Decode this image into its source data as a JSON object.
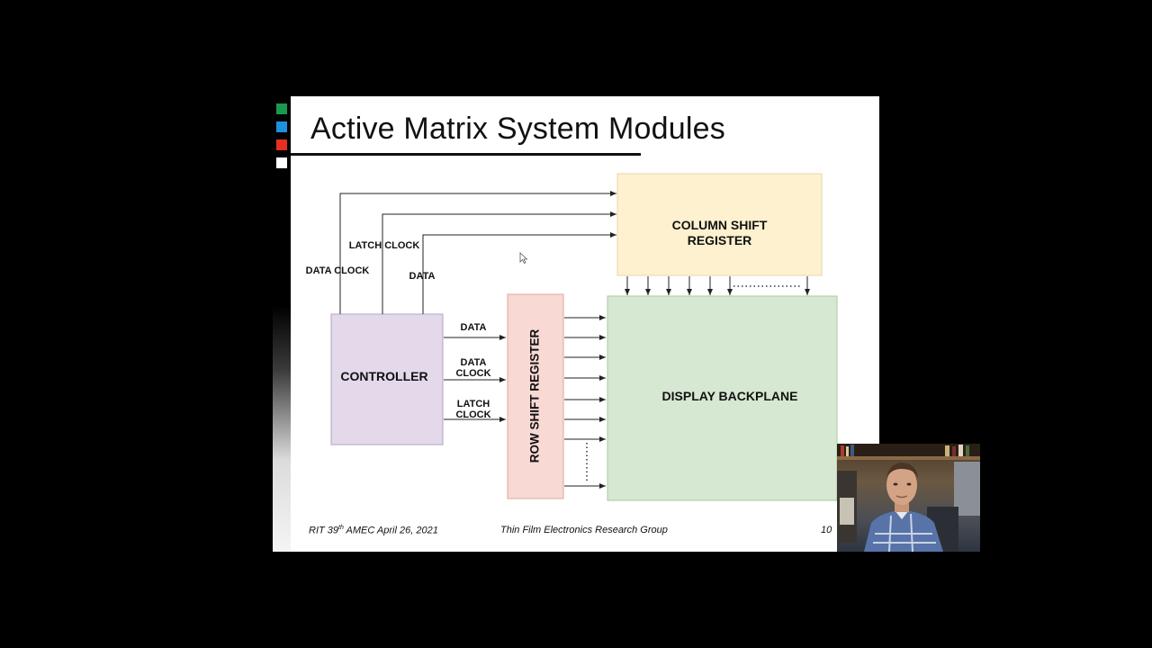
{
  "slide": {
    "title": "Active Matrix System Modules",
    "footer": {
      "left_prefix": "RIT 39",
      "left_sup": "th",
      "left_suffix": " AMEC April 26, 2021",
      "center": "Thin Film Electronics Research Group",
      "page_number": "10"
    },
    "accent_squares": [
      "#1a9850",
      "#1f8fe0",
      "#e5301f",
      "#ffffff"
    ]
  },
  "diagram": {
    "controller": {
      "label": "CONTROLLER",
      "fill": "#e3d9eb",
      "stroke": "#b3a3c6"
    },
    "column_shift_register": {
      "line1": "COLUMN SHIFT",
      "line2": "REGISTER",
      "fill": "#fdf1cf",
      "stroke": "#e8d8a8"
    },
    "row_shift_register": {
      "label": "ROW SHIFT REGISTER",
      "fill": "#f8d9d3",
      "stroke": "#e2a89e"
    },
    "display_backplane": {
      "label": "DISPLAY BACKPLANE",
      "fill": "#d6e8d1",
      "stroke": "#a9c9a0"
    },
    "top_signals": {
      "data_clock": "DATA CLOCK",
      "latch_clock": "LATCH CLOCK",
      "data": "DATA"
    },
    "row_signals": {
      "data": "DATA",
      "data_clock_1": "DATA",
      "data_clock_2": "CLOCK",
      "latch_clock_1": "LATCH",
      "latch_clock_2": "CLOCK"
    }
  }
}
